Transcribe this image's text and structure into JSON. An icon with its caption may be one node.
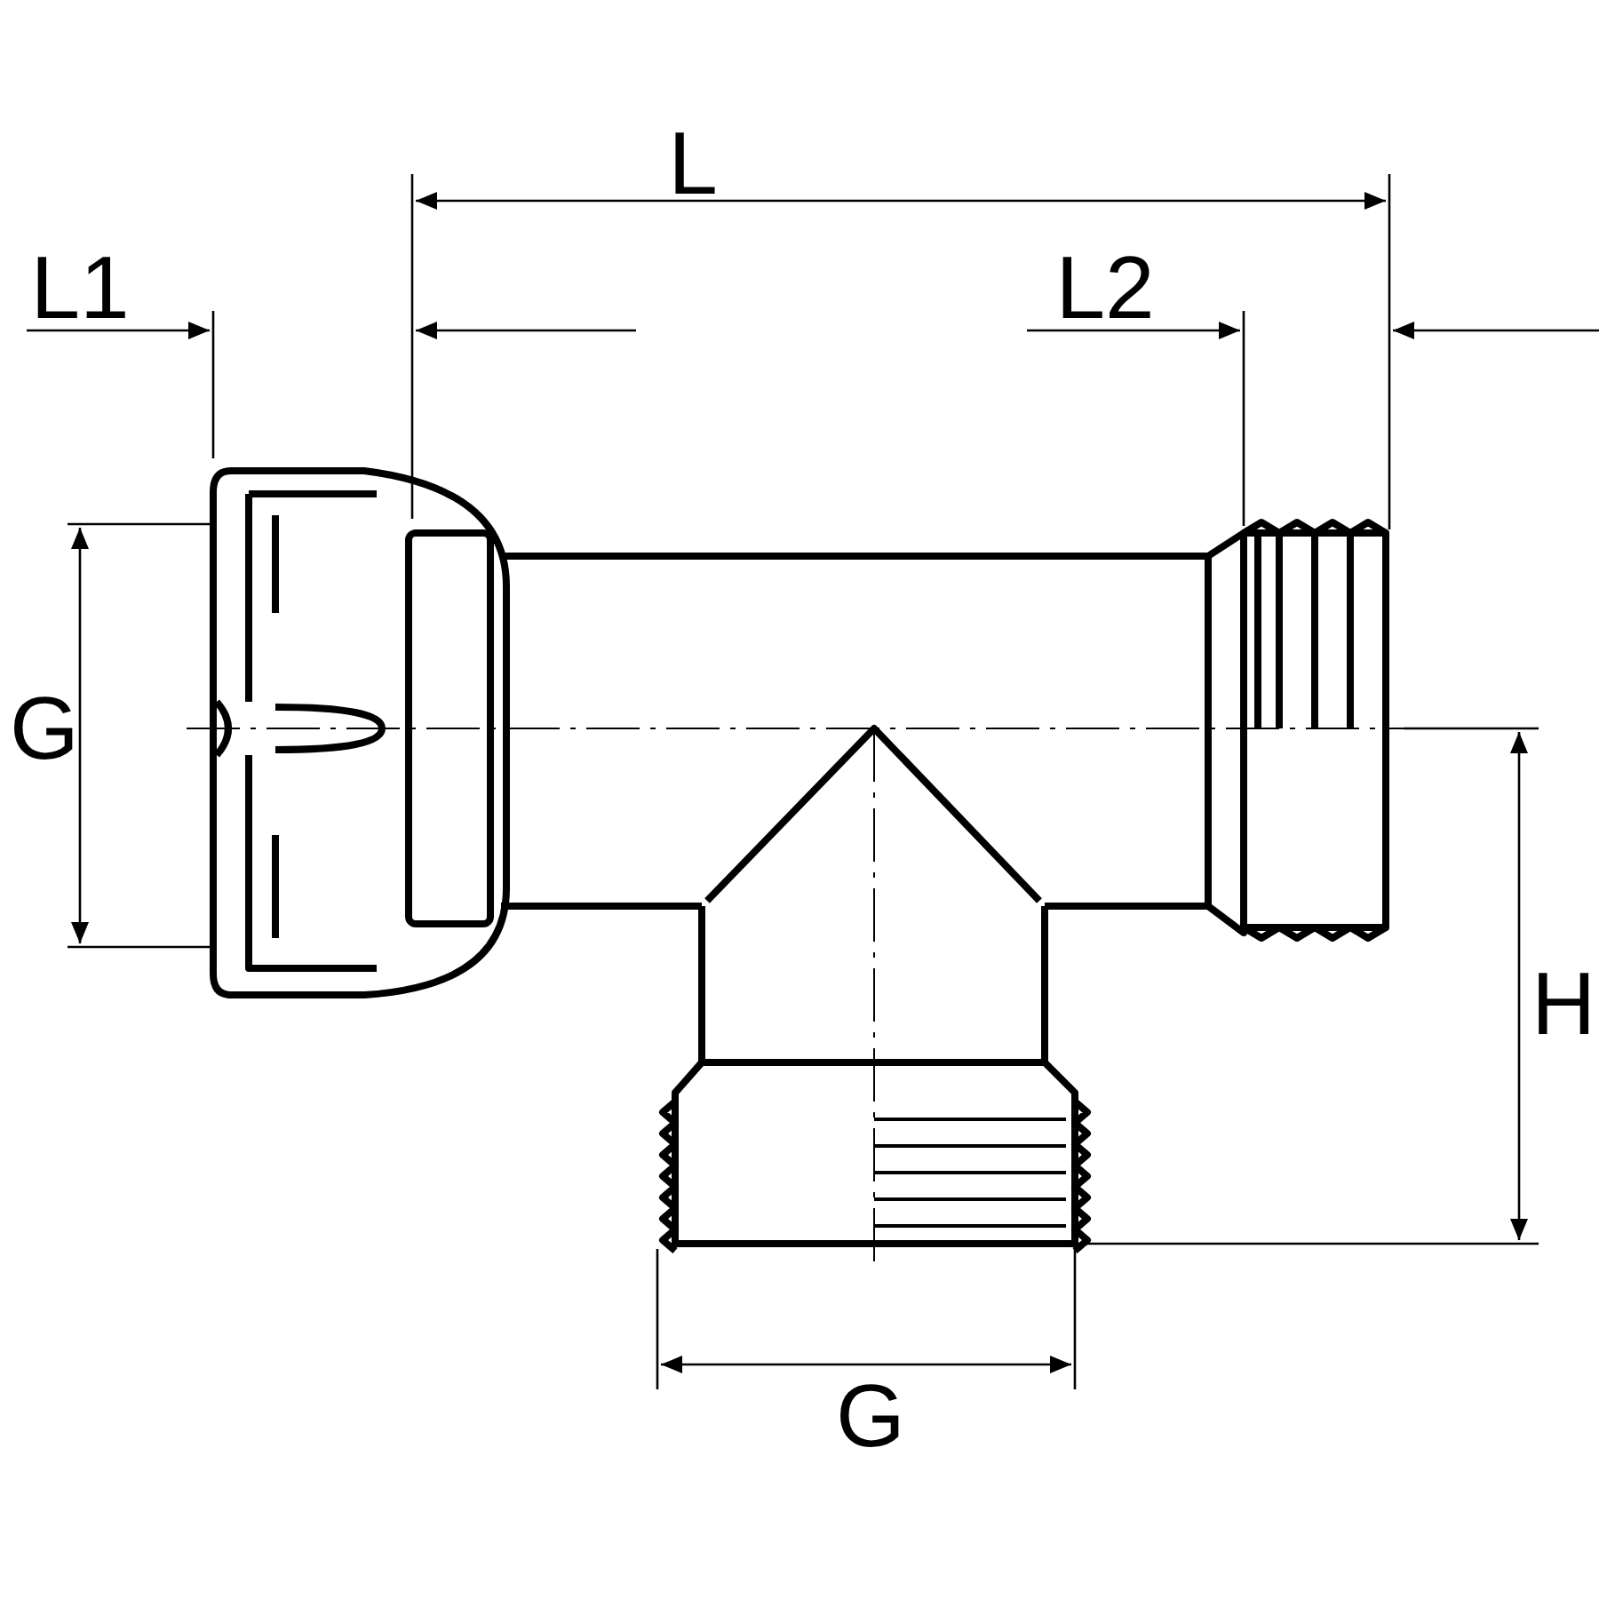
{
  "diagram": {
    "labels": [
      "L",
      "L1",
      "L2",
      "G",
      "H",
      "G"
    ]
  }
}
